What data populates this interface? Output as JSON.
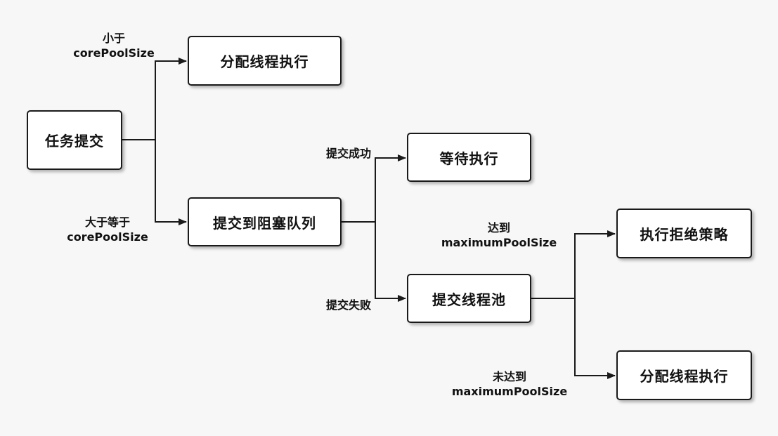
{
  "nodes": {
    "task_submit": "任务提交",
    "assign_thread_top": "分配线程执行",
    "submit_to_queue": "提交到阻塞队列",
    "wait_execute": "等待执行",
    "submit_to_pool": "提交线程池",
    "reject_policy": "执行拒绝策略",
    "assign_thread_bottom": "分配线程执行"
  },
  "edge_labels": {
    "less_than_line1": "小于",
    "less_than_line2": "corePoolSize",
    "ge_line1": "大于等于",
    "ge_line2": "corePoolSize",
    "submit_success": "提交成功",
    "submit_fail": "提交失败",
    "reached_line1": "达到",
    "reached_line2": "maximumPoolSize",
    "not_reached_line1": "未达到",
    "not_reached_line2": "maximumPoolSize"
  },
  "colors": {
    "background": "#f7f7f7",
    "node_fill": "#ffffff",
    "stroke": "#1a1a1a"
  }
}
